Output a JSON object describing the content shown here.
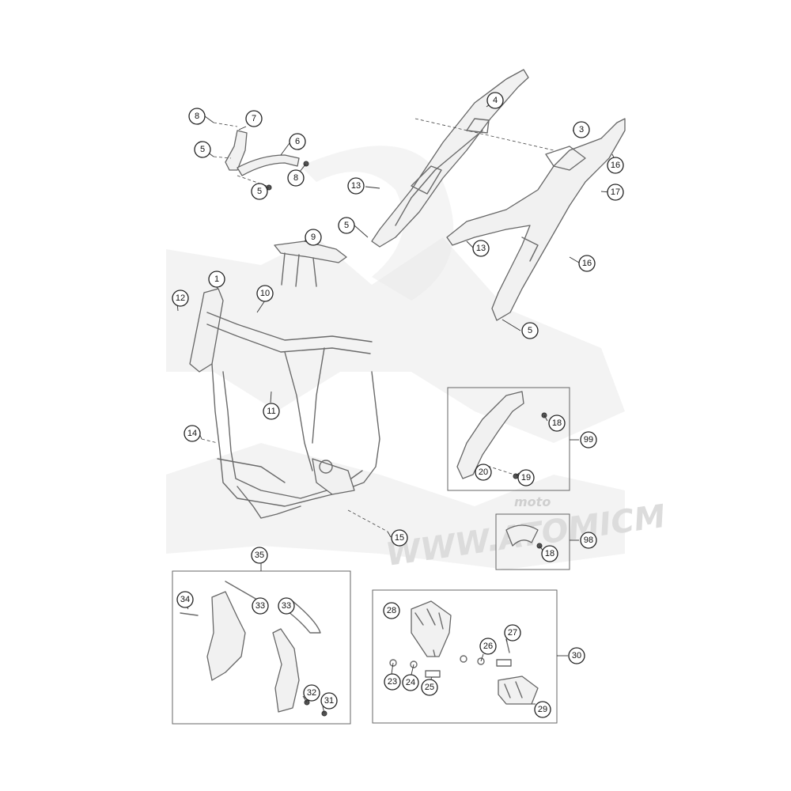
{
  "watermark": {
    "brand_word": "moto",
    "url_text": "WWW.ATOMICM"
  },
  "callouts": [
    {
      "id": "c8a",
      "label": "8"
    },
    {
      "id": "c7",
      "label": "7"
    },
    {
      "id": "c6",
      "label": "6"
    },
    {
      "id": "c5a",
      "label": "5"
    },
    {
      "id": "c8b",
      "label": "8"
    },
    {
      "id": "c5b",
      "label": "5"
    },
    {
      "id": "c4",
      "label": "4"
    },
    {
      "id": "c3",
      "label": "3"
    },
    {
      "id": "c16a",
      "label": "16"
    },
    {
      "id": "c17",
      "label": "17"
    },
    {
      "id": "c13a",
      "label": "13"
    },
    {
      "id": "c5c",
      "label": "5"
    },
    {
      "id": "c13b",
      "label": "13"
    },
    {
      "id": "c16b",
      "label": "16"
    },
    {
      "id": "c9",
      "label": "9"
    },
    {
      "id": "c1",
      "label": "1"
    },
    {
      "id": "c12",
      "label": "12"
    },
    {
      "id": "c10",
      "label": "10"
    },
    {
      "id": "c5d",
      "label": "5"
    },
    {
      "id": "c11",
      "label": "11"
    },
    {
      "id": "c14",
      "label": "14"
    },
    {
      "id": "c18a",
      "label": "18"
    },
    {
      "id": "c99",
      "label": "99"
    },
    {
      "id": "c20",
      "label": "20"
    },
    {
      "id": "c19",
      "label": "19"
    },
    {
      "id": "c15",
      "label": "15"
    },
    {
      "id": "c18b",
      "label": "18"
    },
    {
      "id": "c98",
      "label": "98"
    },
    {
      "id": "c35",
      "label": "35"
    },
    {
      "id": "c34",
      "label": "34"
    },
    {
      "id": "c33a",
      "label": "33"
    },
    {
      "id": "c33b",
      "label": "33"
    },
    {
      "id": "c32",
      "label": "32"
    },
    {
      "id": "c31",
      "label": "31"
    },
    {
      "id": "c28",
      "label": "28"
    },
    {
      "id": "c27",
      "label": "27"
    },
    {
      "id": "c26",
      "label": "26"
    },
    {
      "id": "c30",
      "label": "30"
    },
    {
      "id": "c23",
      "label": "23"
    },
    {
      "id": "c24",
      "label": "24"
    },
    {
      "id": "c25",
      "label": "25"
    },
    {
      "id": "c29",
      "label": "29"
    }
  ]
}
